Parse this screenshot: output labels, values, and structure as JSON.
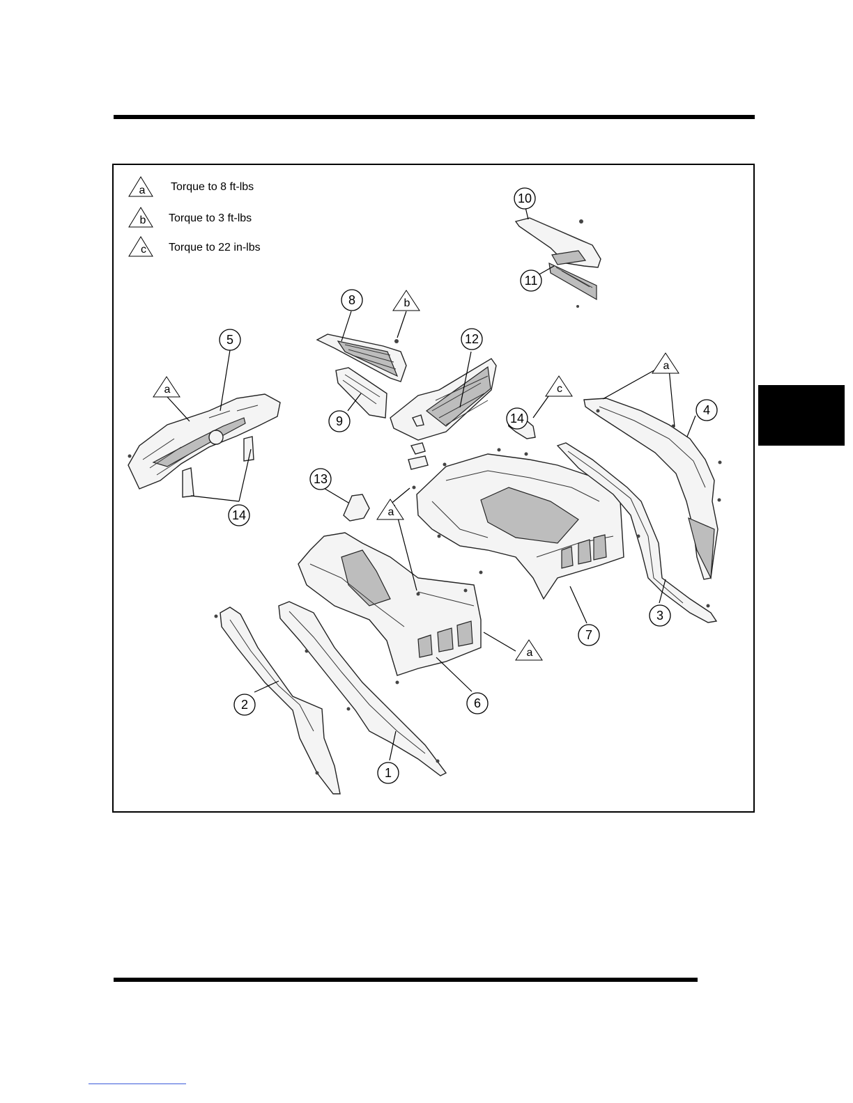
{
  "legend": [
    {
      "symbol": "a",
      "text": "Torque to 8 ft-lbs"
    },
    {
      "symbol": "b",
      "text": "Torque to 3 ft-lbs"
    },
    {
      "symbol": "c",
      "text": "Torque to 22 in-lbs"
    }
  ],
  "callouts": [
    "1",
    "2",
    "3",
    "4",
    "5",
    "6",
    "7",
    "8",
    "9",
    "10",
    "11",
    "12",
    "13",
    "14"
  ],
  "torque_marks": {
    "a": "a",
    "b": "b",
    "c": "c"
  },
  "colors": {
    "line": "#000000",
    "tab": "#000000",
    "footer_link": "#3a5bd9"
  }
}
